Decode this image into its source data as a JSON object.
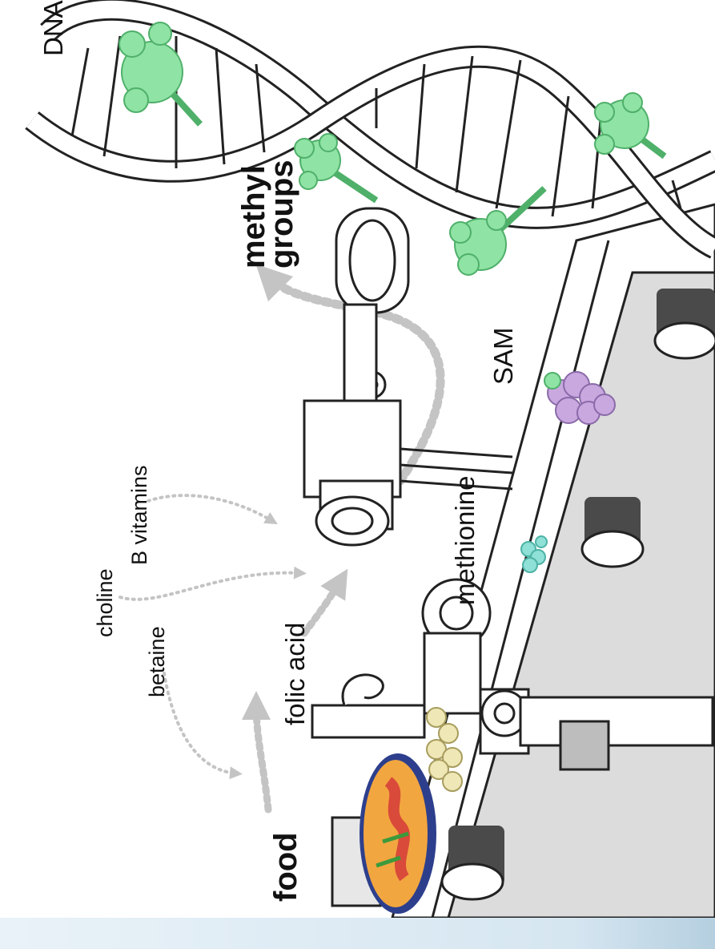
{
  "labels": {
    "dna": "DNA",
    "methyl_line1": "methyl",
    "methyl_line2": "groups",
    "sam": "SAM",
    "methionine": "methionine",
    "b_vitamins": "B vitamins",
    "choline": "choline",
    "betaine": "betaine",
    "folic_acid": "folic acid",
    "food": "food"
  },
  "colors": {
    "methyl_green": "#8fe3a4",
    "sam_purple": "#c9a8e0",
    "methionine_teal": "#8fe0d6",
    "folic_cream": "#efe7b6",
    "belt_gray": "#d9d9d9",
    "roller_dark": "#444444",
    "arrow_gray": "#c4c4c4",
    "plate_blue": "#2d3f8c",
    "food_orange": "#f2a640",
    "food_red": "#d94a3a",
    "food_green": "#3c9a3c"
  },
  "icons": [
    "dna-helix",
    "methyl-group-icon",
    "robot-arm-icon",
    "conveyor-belt",
    "food-plate-icon"
  ]
}
